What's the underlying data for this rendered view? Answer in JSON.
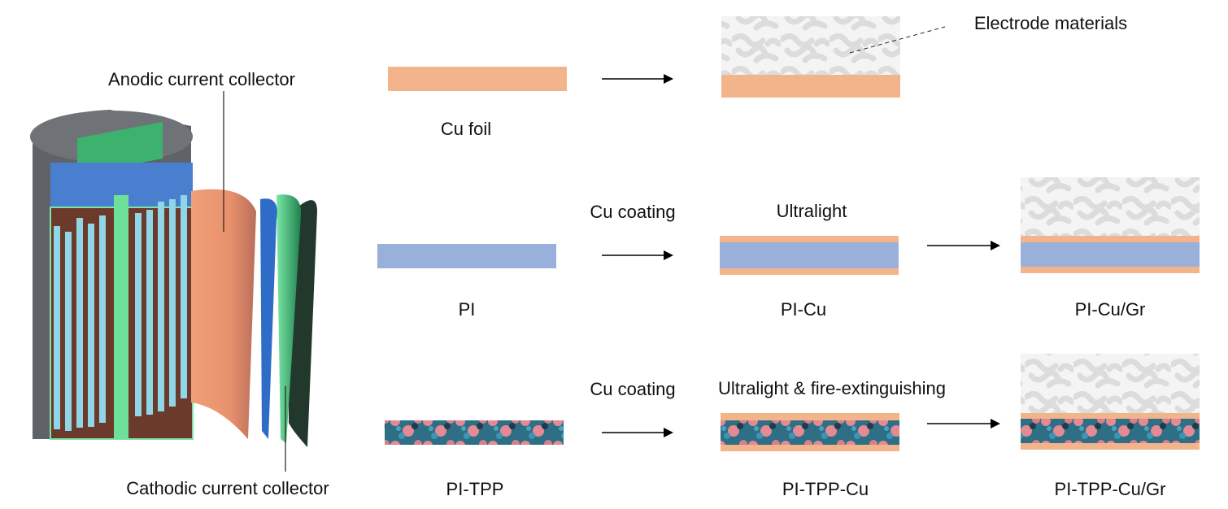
{
  "battery": {
    "anode_label": "Anodic current collector",
    "cathode_label": "Cathodic current collector"
  },
  "electrode_label": "Electrode materials",
  "rows": [
    {
      "start_label": "Cu foil"
    },
    {
      "start_label": "PI",
      "process_label": "Cu coating",
      "feature_label": "Ultralight",
      "mid_label": "PI-Cu",
      "end_label": "PI-Cu/Gr"
    },
    {
      "start_label": "PI-TPP",
      "process_label": "Cu coating",
      "feature_label": "Ultralight & fire-extinguishing",
      "mid_label": "PI-TPP-Cu",
      "end_label": "PI-TPP-Cu/Gr"
    }
  ],
  "colors": {
    "copper": "#f3b48c",
    "pi": "#98b0da",
    "electrode": "#e6e6e6",
    "tpp_pink": "#e48a95",
    "tpp_teal": "#2f7f9a"
  }
}
